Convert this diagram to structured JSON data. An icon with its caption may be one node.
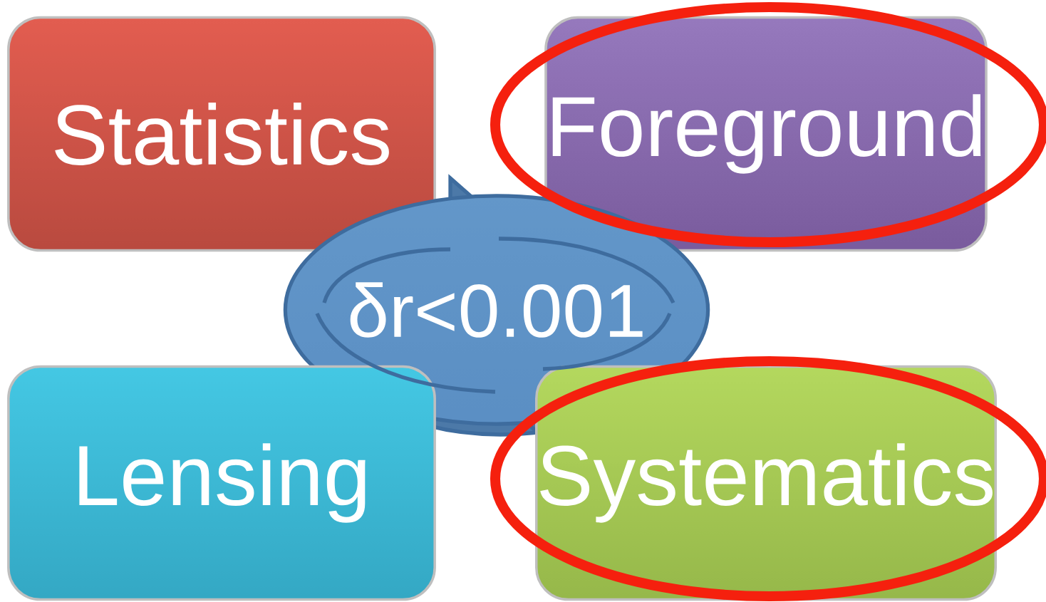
{
  "diagram": {
    "nodes": [
      {
        "text": [
          "Statistics"
        ]
      },
      {
        "text": [
          "Foreground"
        ]
      },
      {
        "text": [
          "δr<0.001"
        ]
      },
      {
        "text": [
          "Lensing"
        ]
      },
      {
        "text": [
          "Systematics"
        ]
      }
    ]
  }
}
